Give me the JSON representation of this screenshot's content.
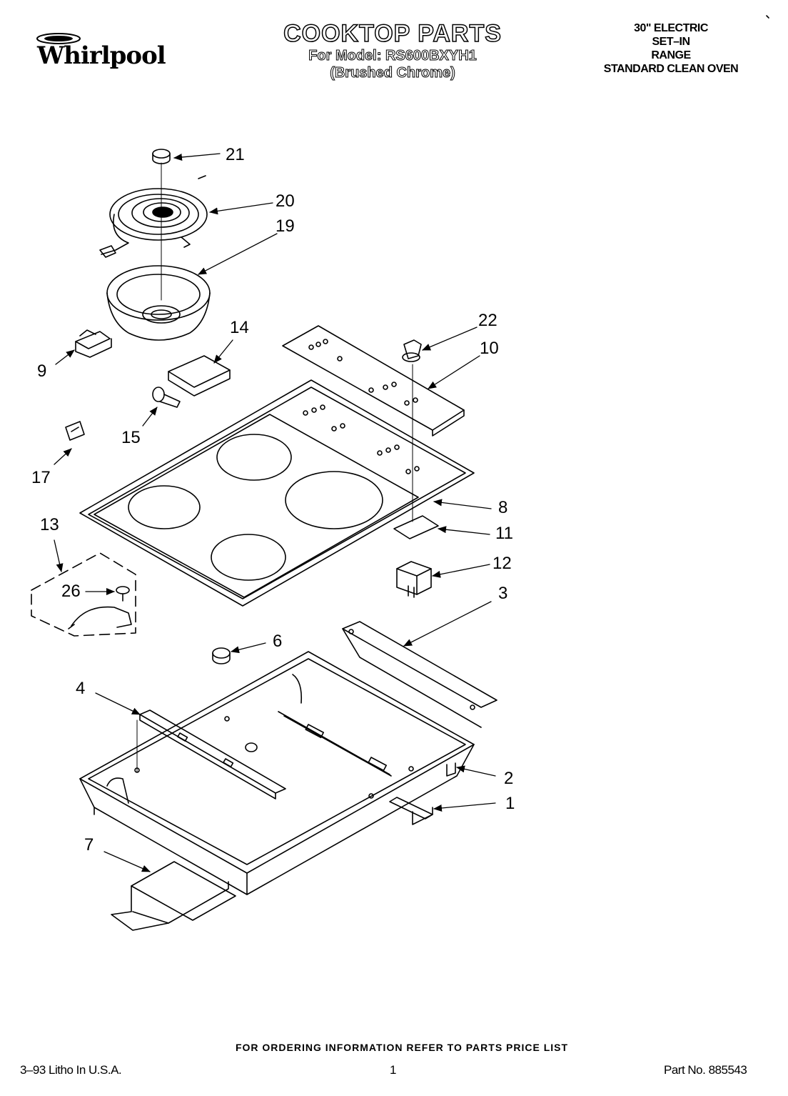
{
  "header": {
    "brand": "Whirlpool",
    "title": "COOKTOP PARTS",
    "model_line": "For Model: RS600BXYH1",
    "finish": "(Brushed Chrome)",
    "spec_lines": [
      "30\" ELECTRIC",
      "SET–IN",
      "RANGE",
      "STANDARD CLEAN OVEN"
    ]
  },
  "callouts": {
    "c21": "21",
    "c20": "20",
    "c19": "19",
    "c9": "9",
    "c14": "14",
    "c15": "15",
    "c17": "17",
    "c22": "22",
    "c10": "10",
    "c8": "8",
    "c11": "11",
    "c12": "12",
    "c13": "13",
    "c26": "26",
    "c3": "3",
    "c6": "6",
    "c4": "4",
    "c2": "2",
    "c1": "1",
    "c7": "7"
  },
  "footer": {
    "ordering_note": "FOR ORDERING INFORMATION REFER TO PARTS PRICE LIST",
    "litho": "3–93 Litho In U.S.A.",
    "page_number": "1",
    "part_no": "Part No. 885543"
  }
}
